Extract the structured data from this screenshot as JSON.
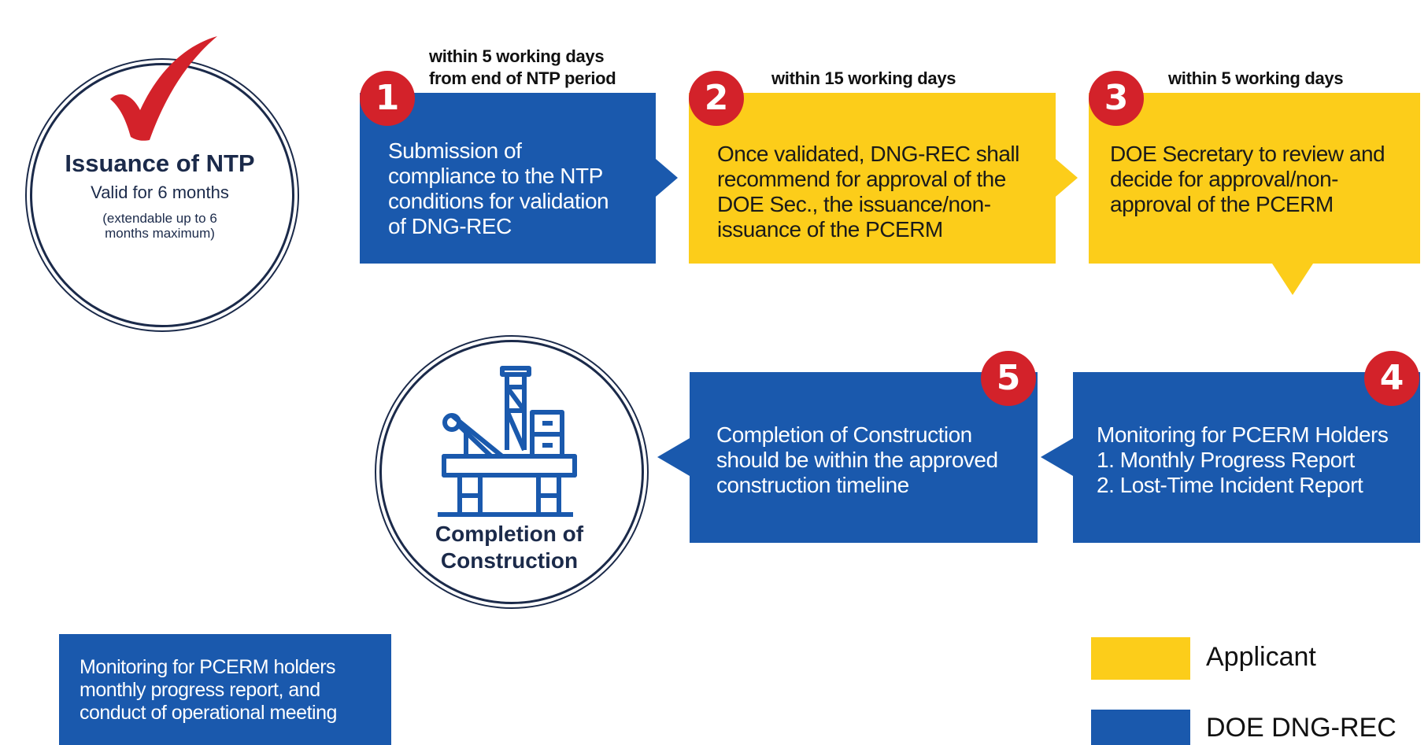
{
  "start": {
    "title": "Issuance of NTP",
    "subtitle": "Valid for 6 months",
    "note": "(extendable up to 6\nmonths maximum)",
    "icon": "checkmark-icon"
  },
  "steps": [
    {
      "number": "1",
      "timing": "within 5 working days\nfrom end of NTP period",
      "text": "Submission of\ncompliance to the NTP\nconditions for validation\nof DNG-REC",
      "actor": "DOE DNG-REC"
    },
    {
      "number": "2",
      "timing": "within 15 working days",
      "text": "Once validated, DNG-REC shall\nrecommend for approval of the\nDOE Sec., the issuance/non-\nissuance of the PCERM",
      "actor": "Applicant"
    },
    {
      "number": "3",
      "timing": "within 5 working days",
      "text": "DOE Secretary to review and\ndecide for approval/non-\napproval of the PCERM",
      "actor": "Applicant"
    },
    {
      "number": "4",
      "text": "Monitoring for PCERM Holders\n1. Monthly Progress Report\n2. Lost-Time Incident Report",
      "actor": "DOE DNG-REC"
    },
    {
      "number": "5",
      "text": "Completion of Construction\nshould be within the approved\nconstruction timeline",
      "actor": "DOE DNG-REC"
    }
  ],
  "end": {
    "title": "Completion of\nConstruction",
    "icon": "oil-platform-icon"
  },
  "note_box": "Monitoring for PCERM holders\nmonthly progress report, and\nconduct of operational meeting",
  "legend": [
    {
      "label": "Applicant",
      "color": "#fccd1a"
    },
    {
      "label": "DOE DNG-REC",
      "color": "#1a59ad"
    }
  ],
  "colors": {
    "blue": "#1a59ad",
    "yellow": "#fccd1a",
    "badge_red": "#d3222a",
    "check_red": "#d3222a",
    "circle_outline": "#1b2a4a"
  }
}
